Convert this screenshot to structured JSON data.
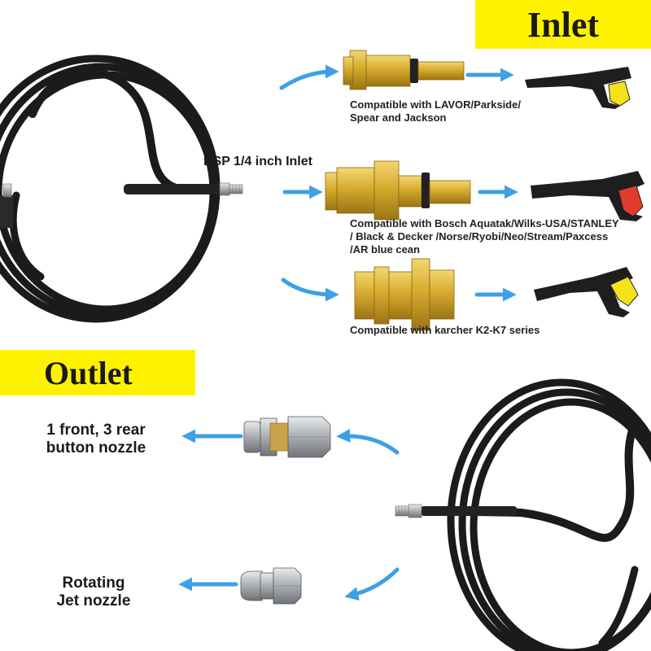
{
  "inlet": {
    "title": "Inlet",
    "bsp_label": "BSP 1/4 inch Inlet",
    "adapters": [
      {
        "caption_lines": [
          "Compatible with LAVOR/Parkside/",
          "Spear and Jackson"
        ]
      },
      {
        "caption_lines": [
          "Compatible with Bosch Aquatak/Wilks-USA/STANLEY",
          "/ Black & Decker /Norse/Ryobi/Neo/Stream/Paxcess",
          "/AR blue cean"
        ]
      },
      {
        "caption_lines": [
          "Compatible with karcher K2-K7 series"
        ]
      }
    ]
  },
  "outlet": {
    "title": "Outlet",
    "nozzles": [
      {
        "label_lines": [
          "1 front, 3 rear",
          "button nozzle"
        ]
      },
      {
        "label_lines": [
          "Rotating",
          "Jet nozzle"
        ]
      }
    ]
  },
  "colors": {
    "banner": "#fff200",
    "brass": "#d9b23a",
    "arrow": "#3ea0e6",
    "hose": "#1b1b1b",
    "steel": "#b8bcc0",
    "gun_yellow": "#f3e11a",
    "gun_red": "#e23b2e"
  }
}
